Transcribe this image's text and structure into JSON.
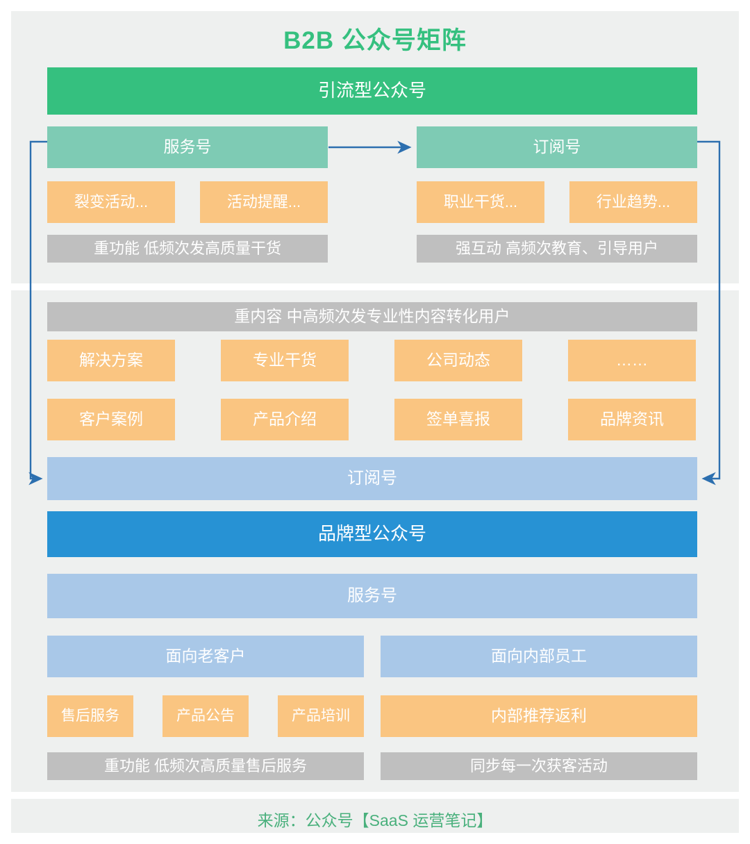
{
  "title": "B2B 公众号矩阵",
  "colors": {
    "green": "#35C07F",
    "teal": "#7ECBB4",
    "orange": "#FAC581",
    "grey": "#BFBFBF",
    "blue_strong": "#2792D4",
    "blue_light": "#A9C8E8",
    "panel_bg": "#eef0ef",
    "connector": "#2C6FAF",
    "title_green": "#35C07F",
    "footer_green": "#49B07C"
  },
  "top_section": {
    "header": "引流型公众号",
    "left_column": {
      "account_type": "服务号",
      "tags": [
        "裂变活动...",
        "活动提醒..."
      ],
      "note": "重功能 低频次发高质量干货"
    },
    "right_column": {
      "account_type": "订阅号",
      "tags": [
        "职业干货...",
        "行业趋势..."
      ],
      "note": "强互动 高频次教育、引导用户"
    }
  },
  "mid_section": {
    "note": "重内容 中高频次发专业性内容转化用户",
    "content_row1": [
      "解决方案",
      "专业干货",
      "公司动态",
      "……"
    ],
    "content_row2": [
      "客户案例",
      "产品介绍",
      "签单喜报",
      "品牌资讯"
    ],
    "subscription_label": "订阅号",
    "brand_header": "品牌型公众号",
    "service_label": "服务号",
    "audiences": [
      {
        "label": "面向老客户",
        "tags": [
          "售后服务",
          "产品公告",
          "产品培训"
        ],
        "note": "重功能 低频次高质量售后服务"
      },
      {
        "label": "面向内部员工",
        "tags": [
          "内部推荐返利"
        ],
        "note": "同步每一次获客活动"
      }
    ]
  },
  "footer": {
    "source": "来源：公众号【SaaS 运营笔记】"
  },
  "connectors": [
    {
      "name": "service-to-subscription-arrow",
      "from": "服务号",
      "to": "订阅号"
    },
    {
      "name": "service-to-brand-subscription-arrow",
      "from": "服务号",
      "to": "订阅号"
    },
    {
      "name": "subscription-to-brand-subscription-arrow",
      "from": "订阅号",
      "to": "订阅号"
    }
  ]
}
